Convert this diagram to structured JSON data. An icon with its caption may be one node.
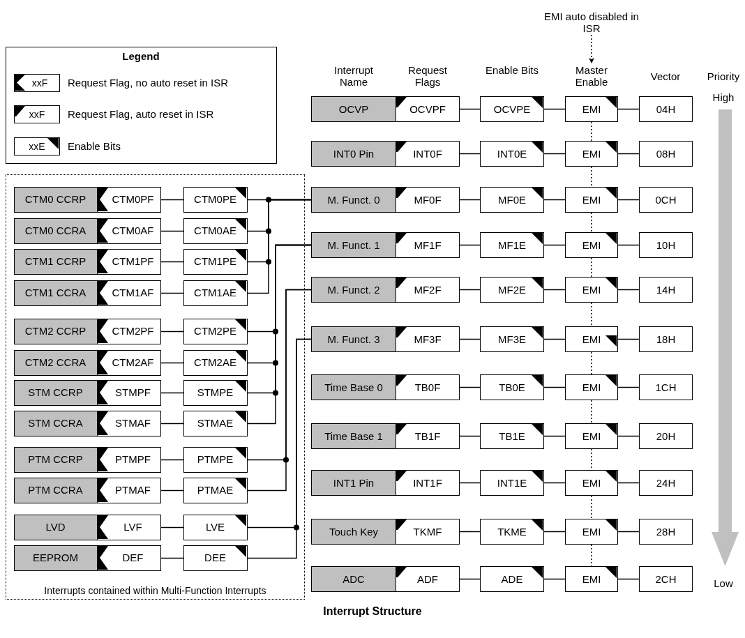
{
  "diagram": {
    "caption": "Interrupt Structure",
    "nodes": [
      {
        "text": [
          "EMI auto disabled in ISR"
        ]
      },
      {
        "text": [
          "OCVP"
        ]
      },
      {
        "text": [
          "OCVPF"
        ]
      },
      {
        "text": [
          "OCVPE"
        ]
      },
      {
        "text": [
          "EMI"
        ]
      },
      {
        "text": [
          "04H"
        ]
      },
      {
        "text": [
          "INT0 Pin"
        ]
      },
      {
        "text": [
          "INT0F"
        ]
      },
      {
        "text": [
          "INT0E"
        ]
      },
      {
        "text": [
          "EMI"
        ]
      },
      {
        "text": [
          "08H"
        ]
      },
      {
        "text": [
          "M. Funct. 0"
        ]
      },
      {
        "text": [
          "MF0F"
        ]
      },
      {
        "text": [
          "MF0E"
        ]
      },
      {
        "text": [
          "EMI"
        ]
      },
      {
        "text": [
          "0CH"
        ]
      },
      {
        "text": [
          "M. Funct. 1"
        ]
      },
      {
        "text": [
          "MF1F"
        ]
      },
      {
        "text": [
          "MF1E"
        ]
      },
      {
        "text": [
          "EMI"
        ]
      },
      {
        "text": [
          "10H"
        ]
      },
      {
        "text": [
          "M. Funct. 2"
        ]
      },
      {
        "text": [
          "MF2F"
        ]
      },
      {
        "text": [
          "MF2E"
        ]
      },
      {
        "text": [
          "EMI"
        ]
      },
      {
        "text": [
          "14H"
        ]
      },
      {
        "text": [
          "M. Funct. 3"
        ]
      },
      {
        "text": [
          "MF3F"
        ]
      },
      {
        "text": [
          "MF3E"
        ]
      },
      {
        "text": [
          "EMI"
        ]
      },
      {
        "text": [
          "18H"
        ]
      },
      {
        "text": [
          "Time Base 0"
        ]
      },
      {
        "text": [
          "TB0F"
        ]
      },
      {
        "text": [
          "TB0E"
        ]
      },
      {
        "text": [
          "EMI"
        ]
      },
      {
        "text": [
          "1CH"
        ]
      },
      {
        "text": [
          "Time Base 1"
        ]
      },
      {
        "text": [
          "TB1F"
        ]
      },
      {
        "text": [
          "TB1E"
        ]
      },
      {
        "text": [
          "EMI"
        ]
      },
      {
        "text": [
          "20H"
        ]
      },
      {
        "text": [
          "INT1 Pin"
        ]
      },
      {
        "text": [
          "INT1F"
        ]
      },
      {
        "text": [
          "INT1E"
        ]
      },
      {
        "text": [
          "EMI"
        ]
      },
      {
        "text": [
          "24H"
        ]
      },
      {
        "text": [
          "Touch Key"
        ]
      },
      {
        "text": [
          "TKMF"
        ]
      },
      {
        "text": [
          "TKME"
        ]
      },
      {
        "text": [
          "EMI"
        ]
      },
      {
        "text": [
          "28H"
        ]
      },
      {
        "text": [
          "ADC"
        ]
      },
      {
        "text": [
          "ADF"
        ]
      },
      {
        "text": [
          "ADE"
        ]
      },
      {
        "text": [
          "EMI"
        ]
      },
      {
        "text": [
          "2CH"
        ]
      },
      {
        "text": [
          "Interrupts contained within Multi-Function Interrupts"
        ]
      },
      {
        "text": [
          "CTM0 CCRP"
        ],
        "in": 56
      },
      {
        "text": [
          "CTM0PF"
        ],
        "in": 56
      },
      {
        "text": [
          "CTM0PE"
        ],
        "in": 56
      },
      {
        "text": [
          "CTM0 CCRA"
        ],
        "in": 56
      },
      {
        "text": [
          "CTM0AF"
        ],
        "in": 56
      },
      {
        "text": [
          "CTM0AE"
        ],
        "in": 56
      },
      {
        "text": [
          "CTM1 CCRP"
        ],
        "in": 56
      },
      {
        "text": [
          "CTM1PF"
        ],
        "in": 56
      },
      {
        "text": [
          "CTM1PE"
        ],
        "in": 56
      },
      {
        "text": [
          "CTM1 CCRA"
        ],
        "in": 56
      },
      {
        "text": [
          "CTM1AF"
        ],
        "in": 56
      },
      {
        "text": [
          "CTM1AE"
        ],
        "in": 56
      },
      {
        "text": [
          "CTM2 CCRP"
        ],
        "in": 56
      },
      {
        "text": [
          "CTM2PF"
        ],
        "in": 56
      },
      {
        "text": [
          "CTM2PE"
        ],
        "in": 56
      },
      {
        "text": [
          "CTM2 CCRA"
        ],
        "in": 56
      },
      {
        "text": [
          "CTM2AF"
        ],
        "in": 56
      },
      {
        "text": [
          "CTM2AE"
        ],
        "in": 56
      },
      {
        "text": [
          "STM CCRP"
        ],
        "in": 56
      },
      {
        "text": [
          "STMPF"
        ],
        "in": 56
      },
      {
        "text": [
          "STMPE"
        ],
        "in": 56
      },
      {
        "text": [
          "STM CCRA"
        ],
        "in": 56
      },
      {
        "text": [
          "STMAF"
        ],
        "in": 56
      },
      {
        "text": [
          "STMAE"
        ],
        "in": 56
      },
      {
        "text": [
          "PTM CCRP"
        ],
        "in": 56
      },
      {
        "text": [
          "PTMPF"
        ],
        "in": 56
      },
      {
        "text": [
          "PTMPE"
        ],
        "in": 56
      },
      {
        "text": [
          "PTM CCRA"
        ],
        "in": 56
      },
      {
        "text": [
          "PTMAF"
        ],
        "in": 56
      },
      {
        "text": [
          "PTMAE"
        ],
        "in": 56
      },
      {
        "text": [
          "LVD"
        ],
        "in": 56
      },
      {
        "text": [
          "LVF"
        ],
        "in": 56
      },
      {
        "text": [
          "LVE"
        ],
        "in": 56
      },
      {
        "text": [
          "EEPROM"
        ],
        "in": 56
      },
      {
        "text": [
          "DEF"
        ],
        "in": 56
      },
      {
        "text": [
          "DEE"
        ],
        "in": 56
      },
      {
        "text": [
          "Master Enable"
        ]
      }
    ],
    "edges": [
      {
        "from": 0,
        "to": 93,
        "arrow": "to",
        "style": "dashed"
      },
      {
        "from": 2,
        "to": 3,
        "arrow": "none"
      },
      {
        "from": 3,
        "to": 4,
        "arrow": "none"
      },
      {
        "from": 4,
        "to": 5,
        "arrow": "none"
      },
      {
        "from": 7,
        "to": 8,
        "arrow": "none"
      },
      {
        "from": 8,
        "to": 9,
        "arrow": "none"
      },
      {
        "from": 9,
        "to": 10,
        "arrow": "none"
      },
      {
        "from": 12,
        "to": 13,
        "arrow": "none"
      },
      {
        "from": 13,
        "to": 14,
        "arrow": "none"
      },
      {
        "from": 14,
        "to": 15,
        "arrow": "none"
      },
      {
        "from": 17,
        "to": 18,
        "arrow": "none"
      },
      {
        "from": 18,
        "to": 19,
        "arrow": "none"
      },
      {
        "from": 19,
        "to": 20,
        "arrow": "none"
      },
      {
        "from": 22,
        "to": 23,
        "arrow": "none"
      },
      {
        "from": 23,
        "to": 24,
        "arrow": "none"
      },
      {
        "from": 24,
        "to": 25,
        "arrow": "none"
      },
      {
        "from": 27,
        "to": 28,
        "arrow": "none"
      },
      {
        "from": 28,
        "to": 29,
        "arrow": "none"
      },
      {
        "from": 29,
        "to": 30,
        "arrow": "none"
      },
      {
        "from": 32,
        "to": 33,
        "arrow": "none"
      },
      {
        "from": 33,
        "to": 34,
        "arrow": "none"
      },
      {
        "from": 34,
        "to": 35,
        "arrow": "none"
      },
      {
        "from": 37,
        "to": 38,
        "arrow": "none"
      },
      {
        "from": 38,
        "to": 39,
        "arrow": "none"
      },
      {
        "from": 39,
        "to": 40,
        "arrow": "none"
      },
      {
        "from": 42,
        "to": 43,
        "arrow": "none"
      },
      {
        "from": 43,
        "to": 44,
        "arrow": "none"
      },
      {
        "from": 44,
        "to": 45,
        "arrow": "none"
      },
      {
        "from": 47,
        "to": 48,
        "arrow": "none"
      },
      {
        "from": 48,
        "to": 49,
        "arrow": "none"
      },
      {
        "from": 49,
        "to": 50,
        "arrow": "none"
      },
      {
        "from": 52,
        "to": 53,
        "arrow": "none"
      },
      {
        "from": 53,
        "to": 54,
        "arrow": "none"
      },
      {
        "from": 54,
        "to": 55,
        "arrow": "none"
      },
      {
        "from": 4,
        "to": 9,
        "arrow": "none",
        "style": "dashed"
      },
      {
        "from": 9,
        "to": 14,
        "arrow": "none",
        "style": "dashed"
      },
      {
        "from": 14,
        "to": 19,
        "arrow": "none",
        "style": "dashed"
      },
      {
        "from": 19,
        "to": 24,
        "arrow": "none",
        "style": "dashed"
      },
      {
        "from": 24,
        "to": 29,
        "arrow": "none",
        "style": "dashed"
      },
      {
        "from": 29,
        "to": 34,
        "arrow": "none",
        "style": "dashed"
      },
      {
        "from": 34,
        "to": 39,
        "arrow": "none",
        "style": "dashed"
      },
      {
        "from": 39,
        "to": 44,
        "arrow": "none",
        "style": "dashed"
      },
      {
        "from": 44,
        "to": 49,
        "arrow": "none",
        "style": "dashed"
      },
      {
        "from": 49,
        "to": 54,
        "arrow": "none",
        "style": "dashed"
      },
      {
        "from": 58,
        "to": 59,
        "arrow": "none"
      },
      {
        "from": 59,
        "to": 11,
        "arrow": "none"
      },
      {
        "from": 61,
        "to": 62,
        "arrow": "none"
      },
      {
        "from": 62,
        "to": 11,
        "arrow": "none"
      },
      {
        "from": 64,
        "to": 65,
        "arrow": "none"
      },
      {
        "from": 65,
        "to": 11,
        "arrow": "none"
      },
      {
        "from": 67,
        "to": 68,
        "arrow": "none"
      },
      {
        "from": 68,
        "to": 11,
        "arrow": "none"
      },
      {
        "from": 70,
        "to": 71,
        "arrow": "none"
      },
      {
        "from": 71,
        "to": 16,
        "arrow": "none"
      },
      {
        "from": 73,
        "to": 74,
        "arrow": "none"
      },
      {
        "from": 74,
        "to": 16,
        "arrow": "none"
      },
      {
        "from": 76,
        "to": 77,
        "arrow": "none"
      },
      {
        "from": 77,
        "to": 16,
        "arrow": "none"
      },
      {
        "from": 79,
        "to": 80,
        "arrow": "none"
      },
      {
        "from": 80,
        "to": 16,
        "arrow": "none"
      },
      {
        "from": 82,
        "to": 83,
        "arrow": "none"
      },
      {
        "from": 83,
        "to": 21,
        "arrow": "none"
      },
      {
        "from": 85,
        "to": 86,
        "arrow": "none"
      },
      {
        "from": 86,
        "to": 21,
        "arrow": "none"
      },
      {
        "from": 88,
        "to": 89,
        "arrow": "none"
      },
      {
        "from": 89,
        "to": 26,
        "arrow": "none"
      },
      {
        "from": 91,
        "to": 92,
        "arrow": "none"
      },
      {
        "from": 92,
        "to": 26,
        "arrow": "none"
      }
    ],
    "labels": [
      "Legend",
      "xxF",
      "xxF",
      "xxE",
      "Interrupt Name",
      "Request Flags",
      "Enable Bits",
      "Vector",
      "Priority",
      "High",
      "Low"
    ],
    "legend": [
      {
        "text": "Request Flag, no auto reset in ISR"
      },
      {
        "text": "Request Flag, auto reset in ISR"
      },
      {
        "text": "Enable Bits"
      }
    ]
  }
}
